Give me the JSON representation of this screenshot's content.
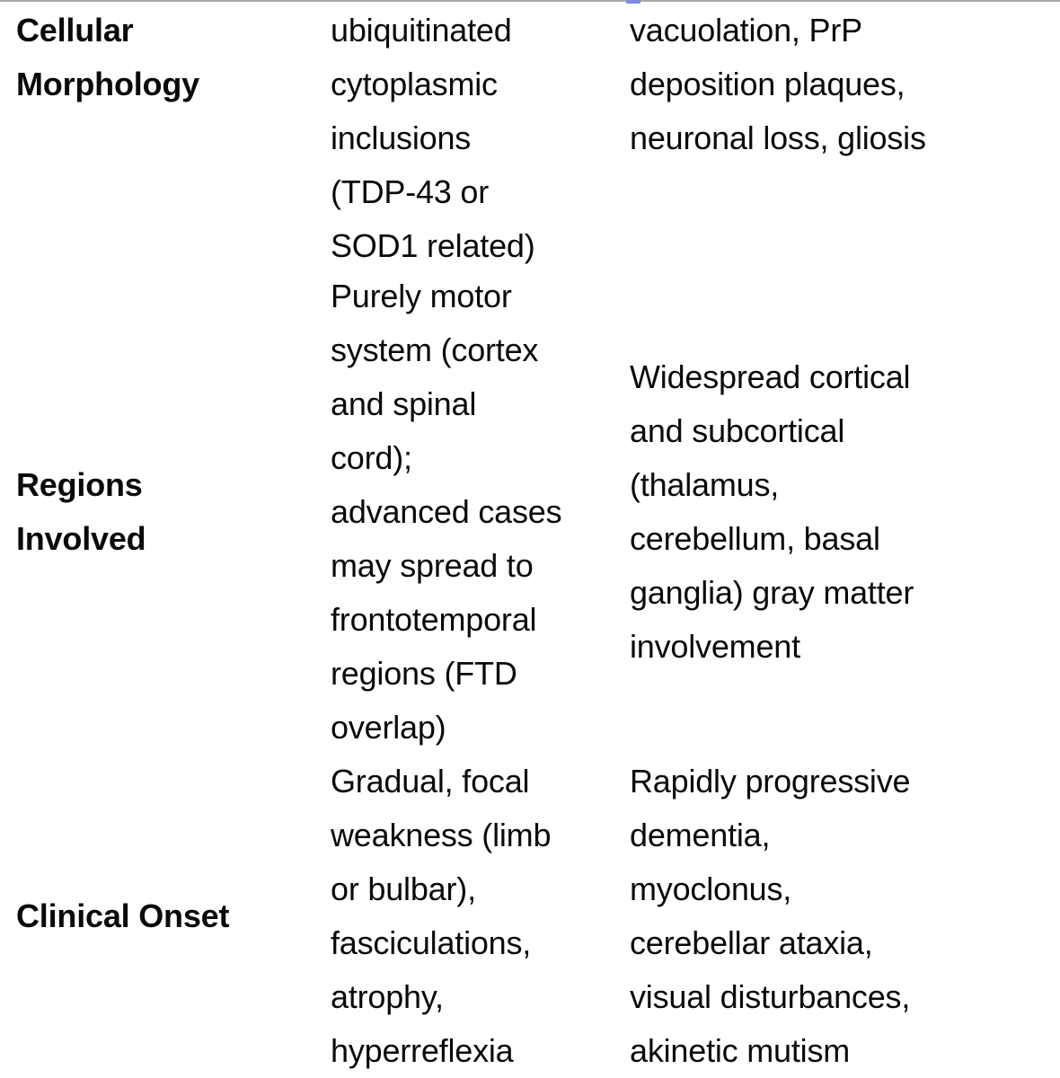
{
  "decorations": {
    "top_border_color": "#a9a9a9",
    "selection_tick_color": "#7c8ce0",
    "text_color": "#0a0a0a",
    "background_color": "#ffffff"
  },
  "table": {
    "rows": [
      {
        "header": "Cellular\nMorphology",
        "col_a": "ubiquitinated\ncytoplasmic\ninclusions\n(TDP-43 or\nSOD1 related)",
        "col_b": "vacuolation, PrP\ndeposition plaques,\nneuronal loss, gliosis"
      },
      {
        "header": "Regions\nInvolved",
        "col_a": "Purely motor\nsystem (cortex\nand spinal\ncord);\nadvanced cases\nmay spread to\nfrontotemporal\nregions (FTD\noverlap)",
        "col_b": "Widespread cortical\nand subcortical\n(thalamus,\ncerebellum, basal\nganglia) gray matter\ninvolvement"
      },
      {
        "header": "Clinical Onset",
        "col_a": "Gradual, focal\nweakness (limb\nor bulbar),\nfasciculations,\natrophy,\nhyperreflexia",
        "col_b": "Rapidly progressive\ndementia,\nmyoclonus,\ncerebellar ataxia,\nvisual disturbances,\nakinetic mutism"
      }
    ]
  }
}
